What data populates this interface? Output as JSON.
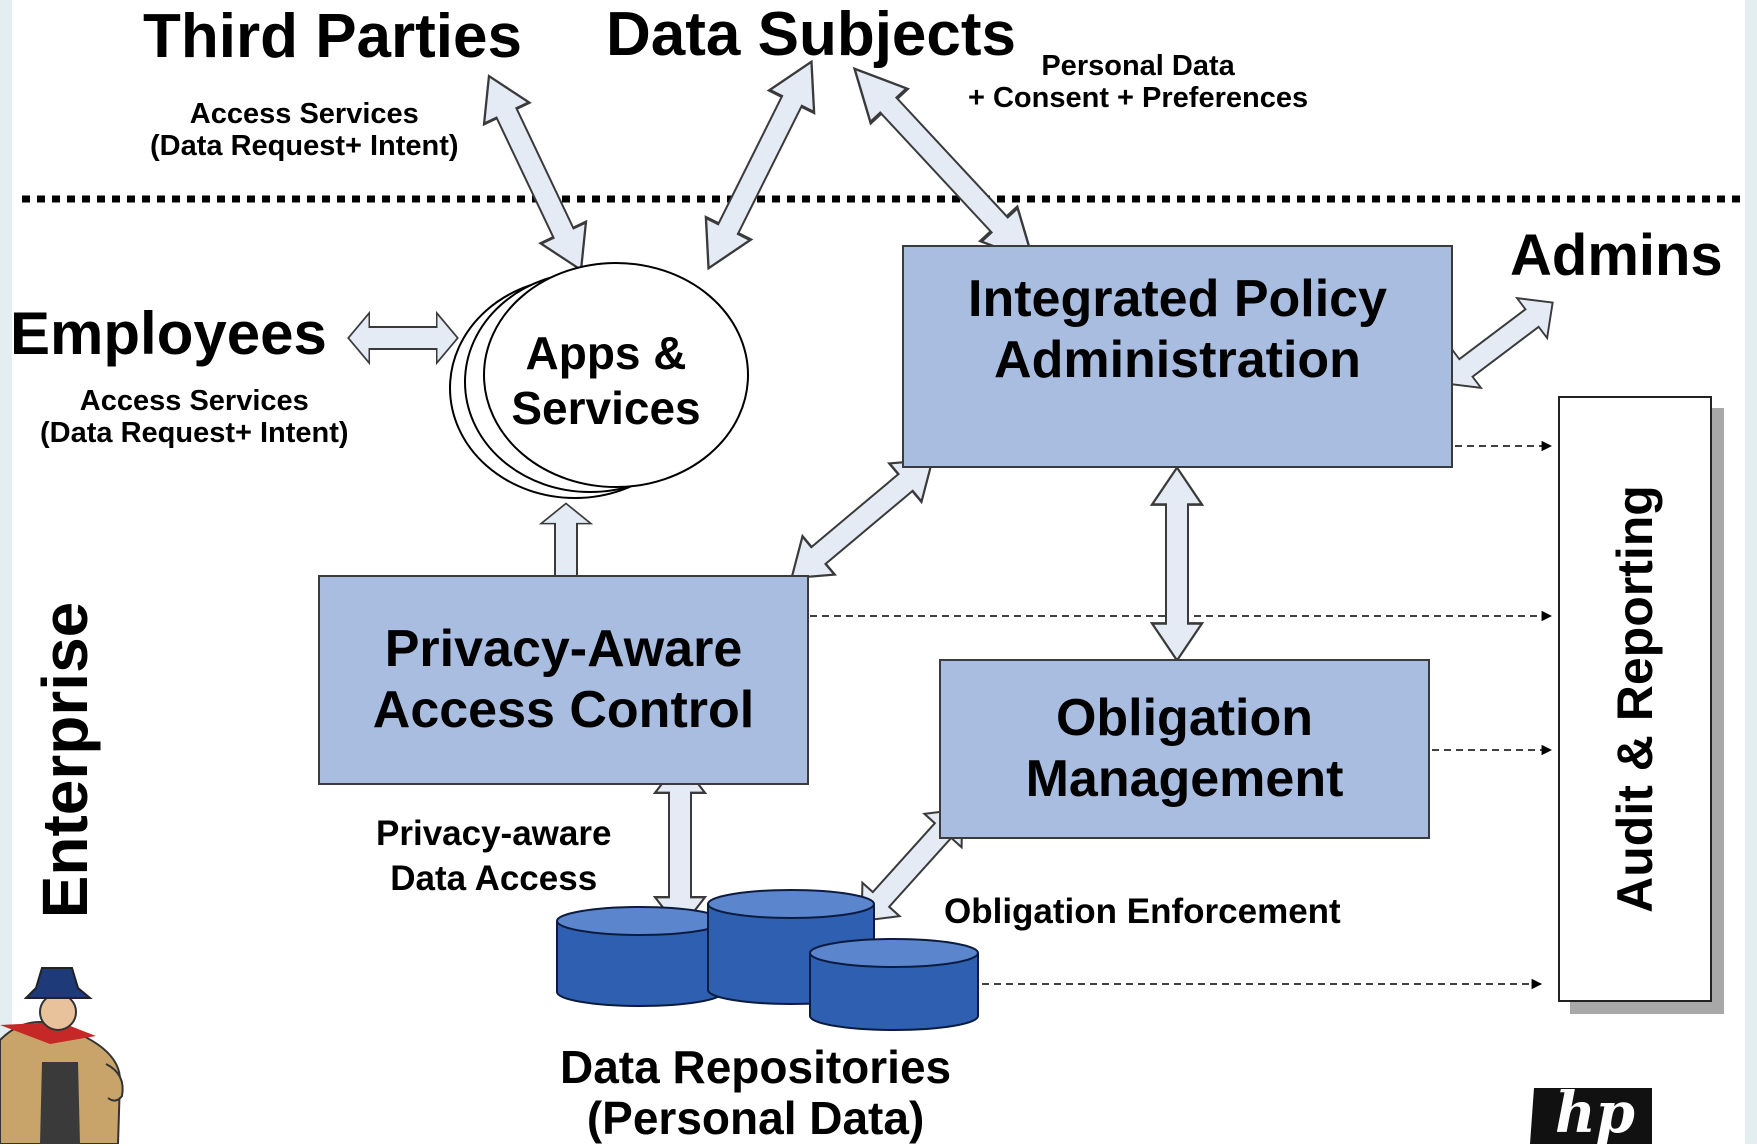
{
  "actors": {
    "third_parties": "Third Parties",
    "data_subjects": "Data Subjects",
    "employees": "Employees",
    "admins": "Admins"
  },
  "labels": {
    "third_party_access_line1": "Access Services",
    "third_party_access_line2": "(Data Request+ Intent)",
    "employee_access_line1": "Access Services",
    "employee_access_line2": "(Data Request+ Intent)",
    "personal_data_line1": "Personal Data",
    "personal_data_line2": "+ Consent + Preferences",
    "data_access_line1": "Privacy-aware",
    "data_access_line2": "Data Access",
    "obligation_enforcement": "Obligation Enforcement",
    "enterprise": "Enterprise"
  },
  "components": {
    "apps_line1": "Apps &",
    "apps_line2": "Services",
    "policy_line1": "Integrated Policy",
    "policy_line2": "Administration",
    "access_line1": "Privacy-Aware",
    "access_line2": "Access Control",
    "obligation_line1": "Obligation",
    "obligation_line2": "Management",
    "audit": "Audit & Reporting",
    "repos_line1": "Data Repositories",
    "repos_line2": "(Personal Data)"
  },
  "logo": {
    "text": "hp"
  },
  "colors": {
    "component_fill": "#a9bde0",
    "arrow_fill": "#e4ebf5",
    "cylinder_fill": "#2f5fb0",
    "edge_tint": "#e4eef0"
  }
}
